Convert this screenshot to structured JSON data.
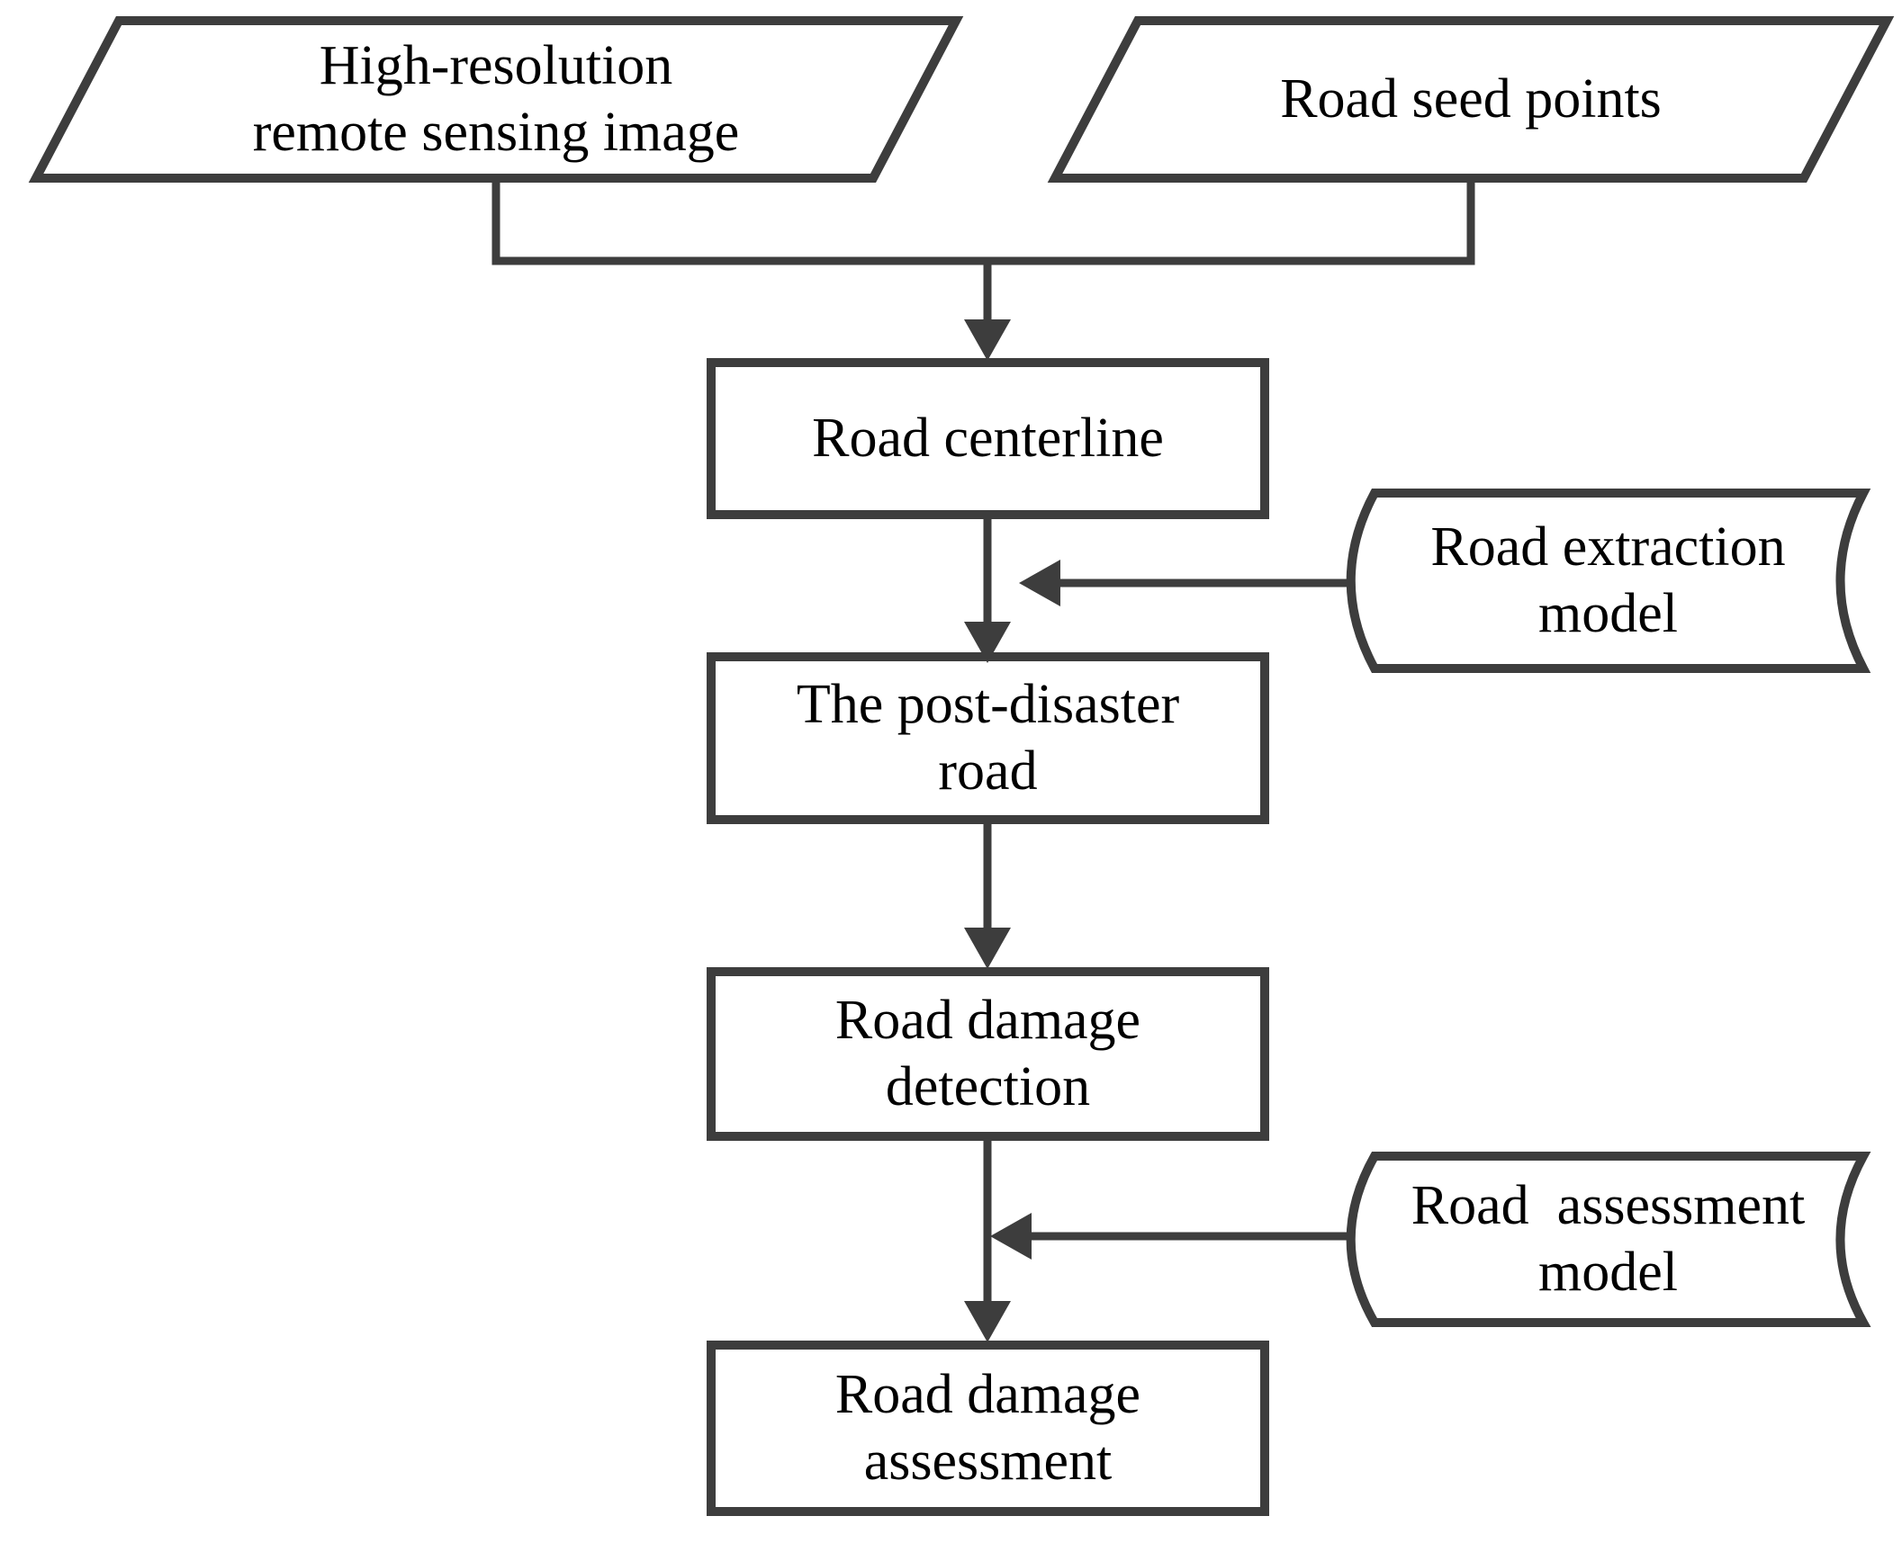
{
  "diagram": {
    "type": "flowchart",
    "colors": {
      "stroke": "#3d3d3d",
      "text": "#000000",
      "background": "#ffffff"
    },
    "nodes": {
      "high_resolution_image": {
        "shape": "parallelogram",
        "label": "High-resolution\nremote sensing image"
      },
      "road_seed_points": {
        "shape": "parallelogram",
        "label": "Road seed points"
      },
      "road_centerline": {
        "shape": "process-box",
        "label": "Road centerline"
      },
      "road_extraction_model": {
        "shape": "stored-data",
        "label": "Road extraction\nmodel"
      },
      "post_disaster_road": {
        "shape": "process-box",
        "label": "The post-disaster\nroad"
      },
      "road_damage_detection": {
        "shape": "process-box",
        "label": "Road damage\ndetection"
      },
      "road_assessment_model": {
        "shape": "stored-data",
        "label": "Road  assessment\nmodel"
      },
      "road_damage_assessment": {
        "shape": "process-box",
        "label": "Road damage\nassessment"
      }
    },
    "edges": [
      {
        "from": "high_resolution_image",
        "to": "road_centerline",
        "style": "merge-arrow"
      },
      {
        "from": "road_seed_points",
        "to": "road_centerline",
        "style": "merge-arrow"
      },
      {
        "from": "road_centerline",
        "to": "post_disaster_road",
        "style": "arrow"
      },
      {
        "from": "road_extraction_model",
        "to": "edge:road_centerline->post_disaster_road",
        "style": "arrow-left"
      },
      {
        "from": "post_disaster_road",
        "to": "road_damage_detection",
        "style": "arrow"
      },
      {
        "from": "road_damage_detection",
        "to": "road_damage_assessment",
        "style": "arrow"
      },
      {
        "from": "road_assessment_model",
        "to": "edge:road_damage_detection->road_damage_assessment",
        "style": "arrow-left"
      }
    ]
  }
}
